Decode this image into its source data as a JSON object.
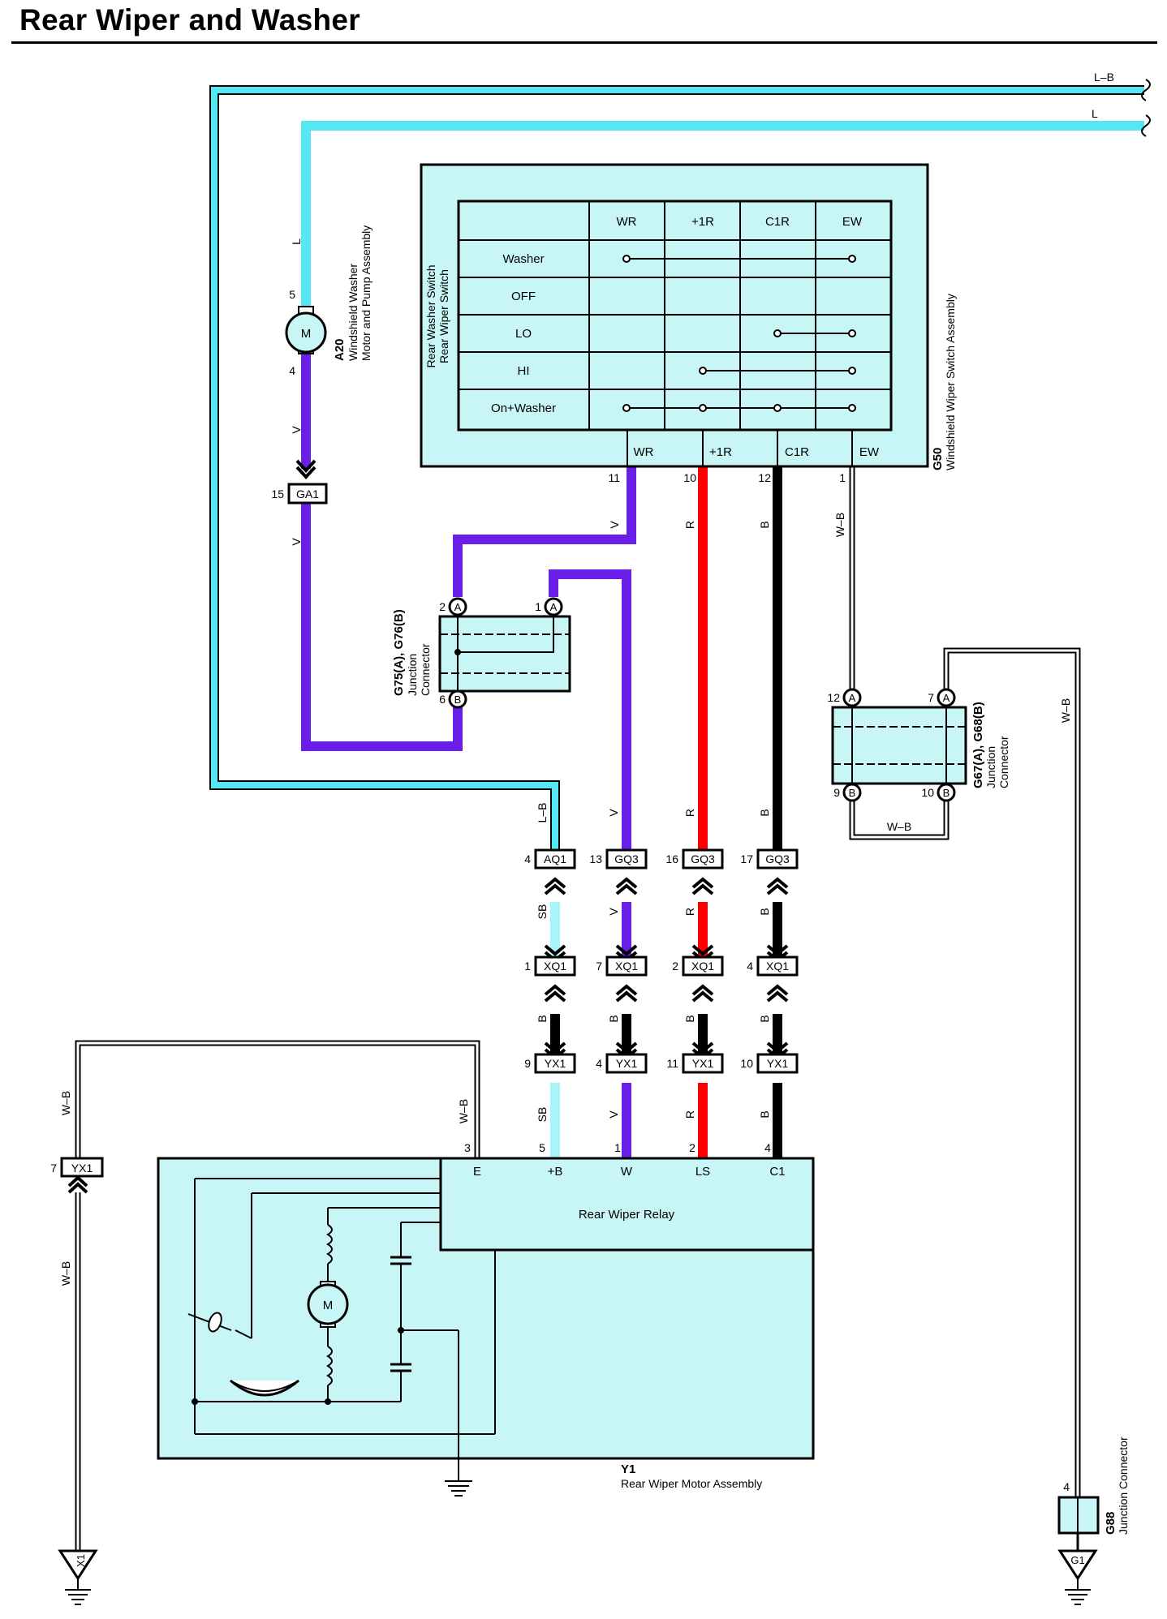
{
  "title": "Rear Wiper and Washer",
  "colors": {
    "L": "#55e8f2",
    "SB": "#a8f4f8",
    "V": "#6a1ee8",
    "R": "#ff0000",
    "B": "#000000",
    "box_fill": "#c8f5f5"
  },
  "switch_table": {
    "columns": [
      "WR",
      "+1R",
      "C1R",
      "EW"
    ],
    "rows": [
      "Washer",
      "OFF",
      "LO",
      "HI",
      "On+Washer"
    ],
    "side_labels": [
      "Rear Washer Switch",
      "Rear Wiper Switch"
    ],
    "pins": [
      {
        "name": "WR",
        "num": "11",
        "wire": "V"
      },
      {
        "name": "+1R",
        "num": "10",
        "wire": "R"
      },
      {
        "name": "C1R",
        "num": "12",
        "wire": "B"
      },
      {
        "name": "EW",
        "num": "1",
        "wire": "W–B"
      }
    ],
    "id": "G50",
    "name": "Windshield Wiper Switch Assembly"
  },
  "top_wires": [
    "L–B",
    "L"
  ],
  "washer_motor": {
    "id": "A20",
    "name_lines": [
      "Windshield Washer",
      "Motor and Pump Assembly"
    ],
    "symbol": "M",
    "pin_top": "5",
    "pin_bottom": "4",
    "wire_top": "L",
    "wire_bottom": "V"
  },
  "ga1": {
    "num": "15",
    "label": "GA1",
    "wire": "V"
  },
  "junction_g75": {
    "id": "G75(A), G76(B)",
    "lines": [
      "Junction",
      "Connector"
    ],
    "pins": [
      {
        "num": "2",
        "letter": "A"
      },
      {
        "num": "1",
        "letter": "A"
      },
      {
        "num": "6",
        "letter": "B"
      }
    ]
  },
  "junction_g67": {
    "id": "G67(A), G68(B)",
    "lines": [
      "Junction",
      "Connector"
    ],
    "pins": [
      {
        "num": "12",
        "letter": "A"
      },
      {
        "num": "7",
        "letter": "A"
      },
      {
        "num": "9",
        "letter": "B"
      },
      {
        "num": "10",
        "letter": "B"
      }
    ],
    "wire_bottom": "W–B",
    "wire_right": "W–B"
  },
  "connector_rows": [
    {
      "row": "AQ/GQ",
      "items": [
        {
          "num": "4",
          "label": "AQ1",
          "wire_above": "L–B"
        },
        {
          "num": "13",
          "label": "GQ3",
          "wire_above": "V"
        },
        {
          "num": "16",
          "label": "GQ3",
          "wire_above": "R"
        },
        {
          "num": "17",
          "label": "GQ3",
          "wire_above": "B"
        }
      ]
    },
    {
      "row": "XQ1",
      "items": [
        {
          "num": "1",
          "label": "XQ1",
          "wire_above": "SB"
        },
        {
          "num": "7",
          "label": "XQ1",
          "wire_above": "V"
        },
        {
          "num": "2",
          "label": "XQ1",
          "wire_above": "R"
        },
        {
          "num": "4",
          "label": "XQ1",
          "wire_above": "B"
        }
      ]
    },
    {
      "row": "YX1",
      "items": [
        {
          "num": "9",
          "label": "YX1",
          "wire_above": "B"
        },
        {
          "num": "4",
          "label": "YX1",
          "wire_above": "B"
        },
        {
          "num": "11",
          "label": "YX1",
          "wire_above": "B"
        },
        {
          "num": "10",
          "label": "YX1",
          "wire_above": "B"
        }
      ]
    }
  ],
  "relay_wires_below": [
    "SB",
    "V",
    "R",
    "B"
  ],
  "relay": {
    "name": "Rear Wiper Relay",
    "pins": [
      {
        "num": "3",
        "name": "E"
      },
      {
        "num": "5",
        "name": "+B"
      },
      {
        "num": "1",
        "name": "W"
      },
      {
        "num": "2",
        "name": "LS"
      },
      {
        "num": "4",
        "name": "C1"
      }
    ]
  },
  "motor_assembly": {
    "id": "Y1",
    "name": "Rear Wiper Motor Assembly",
    "symbol": "M"
  },
  "left_ground": {
    "connector_num": "7",
    "connector": "YX1",
    "wire_upper": "W–B",
    "wire_lower": "W–B",
    "wire_relay": "W–B",
    "ground": "X1"
  },
  "right_ground": {
    "connector_num": "4",
    "connector_id": "G88",
    "connector_name": "Junction Connector",
    "ground": "G1"
  }
}
